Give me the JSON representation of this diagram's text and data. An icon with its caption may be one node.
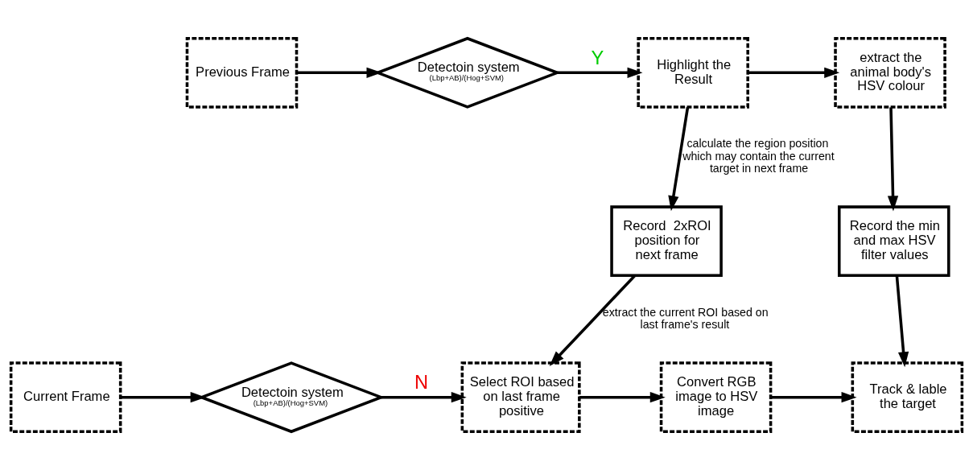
{
  "diagram": {
    "nodes": [
      {
        "text": [
          "Previous Frame"
        ]
      },
      {
        "text": [
          "Detectoin system",
          "(Lbp+AB)/(Hog+SVM)"
        ]
      },
      {
        "text": [
          "Highlight the Result"
        ]
      },
      {
        "text": [
          "extract the animal body's HSV colour"
        ]
      },
      {
        "text": [
          "Record  2xROI position for next frame"
        ]
      },
      {
        "text": [
          "Record the min and max HSV filter values"
        ]
      },
      {
        "text": [
          "Current Frame"
        ]
      },
      {
        "text": [
          "Detectoin system",
          "(Lbp+AB)/(Hog+SVM)"
        ]
      },
      {
        "text": [
          "Select ROI based on last frame positive"
        ]
      },
      {
        "text": [
          "Convert RGB image to HSV image"
        ]
      },
      {
        "text": [
          "Track & lable the target"
        ]
      }
    ],
    "edges": [
      {
        "from": 0,
        "to": 1,
        "arrow": "to"
      },
      {
        "from": 1,
        "to": 2,
        "arrow": "to",
        "label": "Y"
      },
      {
        "from": 2,
        "to": 3,
        "arrow": "to"
      },
      {
        "from": 2,
        "to": 4,
        "arrow": "to",
        "label": "calculate the region position which may contain the current target in next frame"
      },
      {
        "from": 3,
        "to": 5,
        "arrow": "to"
      },
      {
        "from": 4,
        "to": 8,
        "arrow": "to",
        "label": "extract the current ROI based on last frame's result"
      },
      {
        "from": 5,
        "to": 10,
        "arrow": "to"
      },
      {
        "from": 6,
        "to": 7,
        "arrow": "to"
      },
      {
        "from": 7,
        "to": 8,
        "arrow": "to",
        "label": "N"
      },
      {
        "from": 8,
        "to": 9,
        "arrow": "to"
      },
      {
        "from": 9,
        "to": 10,
        "arrow": "to"
      }
    ]
  }
}
